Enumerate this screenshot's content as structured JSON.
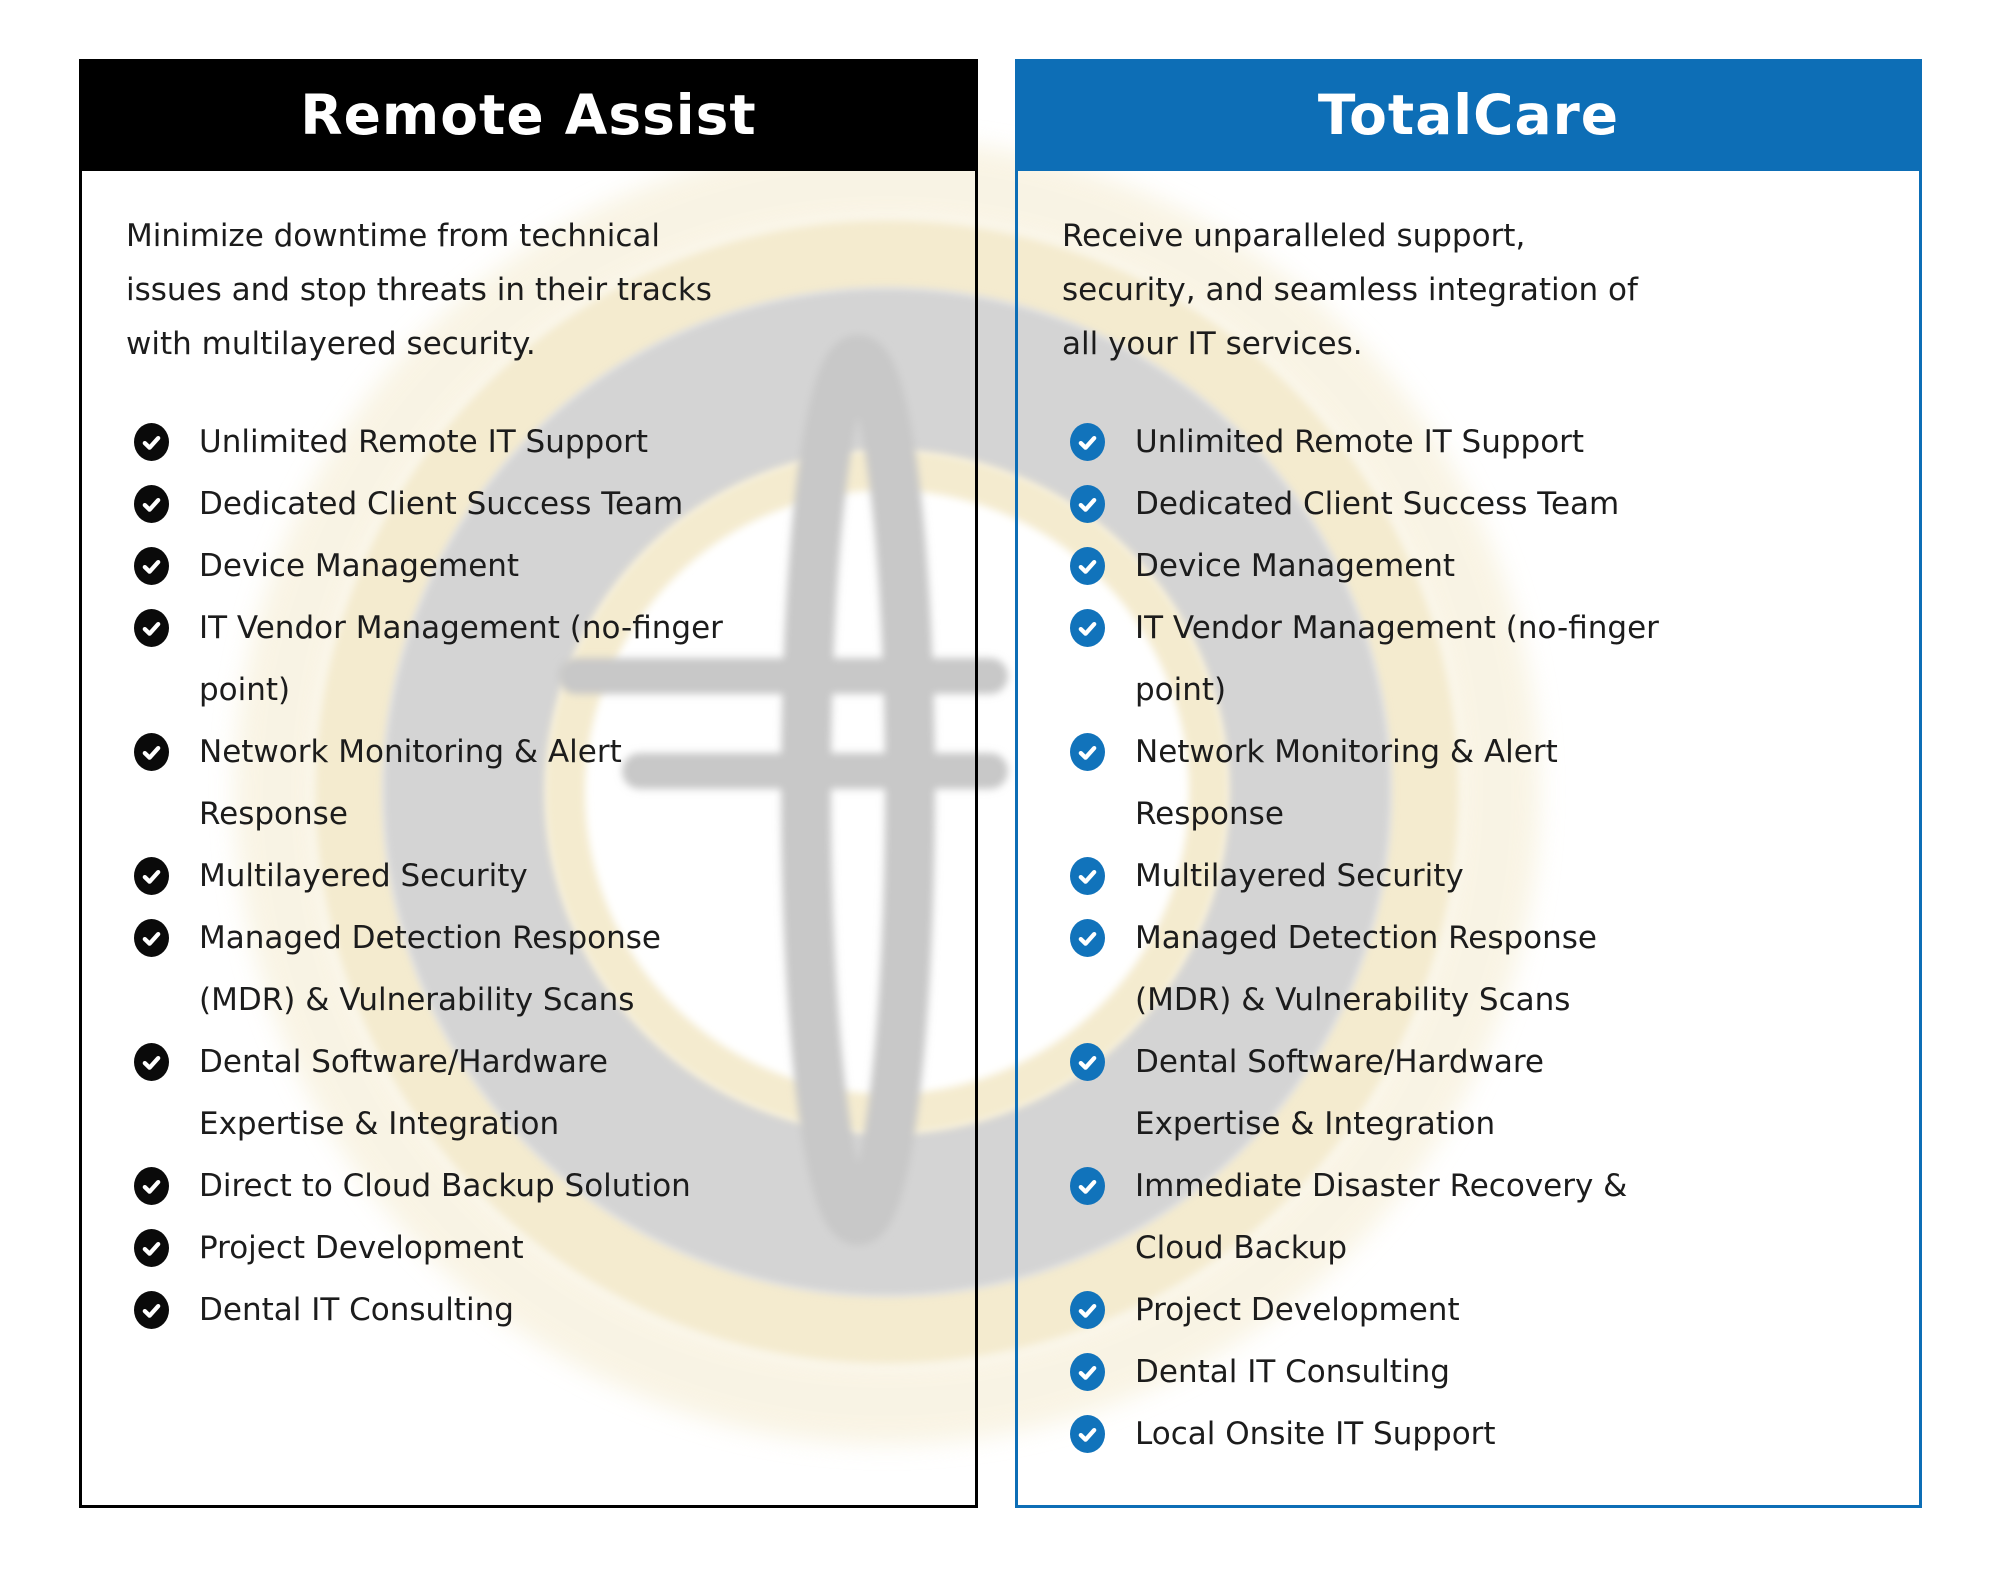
{
  "watermark": {
    "name": "globe-logo-watermark",
    "ring_color": "#f4ebcf",
    "disc_color": "#d4d4d4",
    "glyph_color": "#c8c8c8"
  },
  "icons": {
    "check_icon": "check-in-circle"
  },
  "cards": [
    {
      "title": "Remote Assist",
      "theme": {
        "header_bg": "#000000",
        "header_text": "#ffffff",
        "border": "#000000",
        "check_bg": "#0a0a0a",
        "check_mark": "#ffffff"
      },
      "description_lines": [
        "Minimize downtime from technical",
        "issues and stop threats in their tracks",
        "with multilayered security."
      ],
      "items": [
        {
          "lines": [
            "Unlimited Remote IT Support"
          ]
        },
        {
          "lines": [
            "Dedicated Client Success Team"
          ]
        },
        {
          "lines": [
            "Device Management"
          ]
        },
        {
          "lines": [
            "IT Vendor Management (no-finger",
            "point)"
          ]
        },
        {
          "lines": [
            "Network Monitoring & Alert",
            "Response"
          ]
        },
        {
          "lines": [
            "Multilayered Security"
          ]
        },
        {
          "lines": [
            "Managed Detection Response",
            "(MDR) & Vulnerability Scans"
          ]
        },
        {
          "lines": [
            "Dental Software/Hardware",
            "Expertise & Integration"
          ]
        },
        {
          "lines": [
            "Direct to Cloud Backup Solution"
          ]
        },
        {
          "lines": [
            "Project Development"
          ]
        },
        {
          "lines": [
            "Dental IT Consulting"
          ]
        }
      ]
    },
    {
      "title": "TotalCare",
      "theme": {
        "header_bg": "#0d6eb6",
        "header_text": "#ffffff",
        "border": "#0d6eb6",
        "check_bg": "#1173bb",
        "check_mark": "#ffffff"
      },
      "description_lines": [
        "Receive unparalleled support,",
        "security, and seamless integration of",
        "all your IT services."
      ],
      "items": [
        {
          "lines": [
            "Unlimited Remote IT Support"
          ]
        },
        {
          "lines": [
            "Dedicated Client Success Team"
          ]
        },
        {
          "lines": [
            "Device Management"
          ]
        },
        {
          "lines": [
            "IT Vendor Management (no-finger",
            "point)"
          ]
        },
        {
          "lines": [
            "Network Monitoring & Alert",
            "Response"
          ]
        },
        {
          "lines": [
            "Multilayered Security"
          ]
        },
        {
          "lines": [
            "Managed Detection Response",
            "(MDR) & Vulnerability Scans"
          ]
        },
        {
          "lines": [
            "Dental Software/Hardware",
            "Expertise & Integration"
          ]
        },
        {
          "lines": [
            "Immediate Disaster Recovery &",
            "Cloud Backup"
          ]
        },
        {
          "lines": [
            "Project Development"
          ]
        },
        {
          "lines": [
            "Dental IT Consulting"
          ]
        },
        {
          "lines": [
            "Local Onsite IT Support"
          ]
        }
      ]
    }
  ]
}
